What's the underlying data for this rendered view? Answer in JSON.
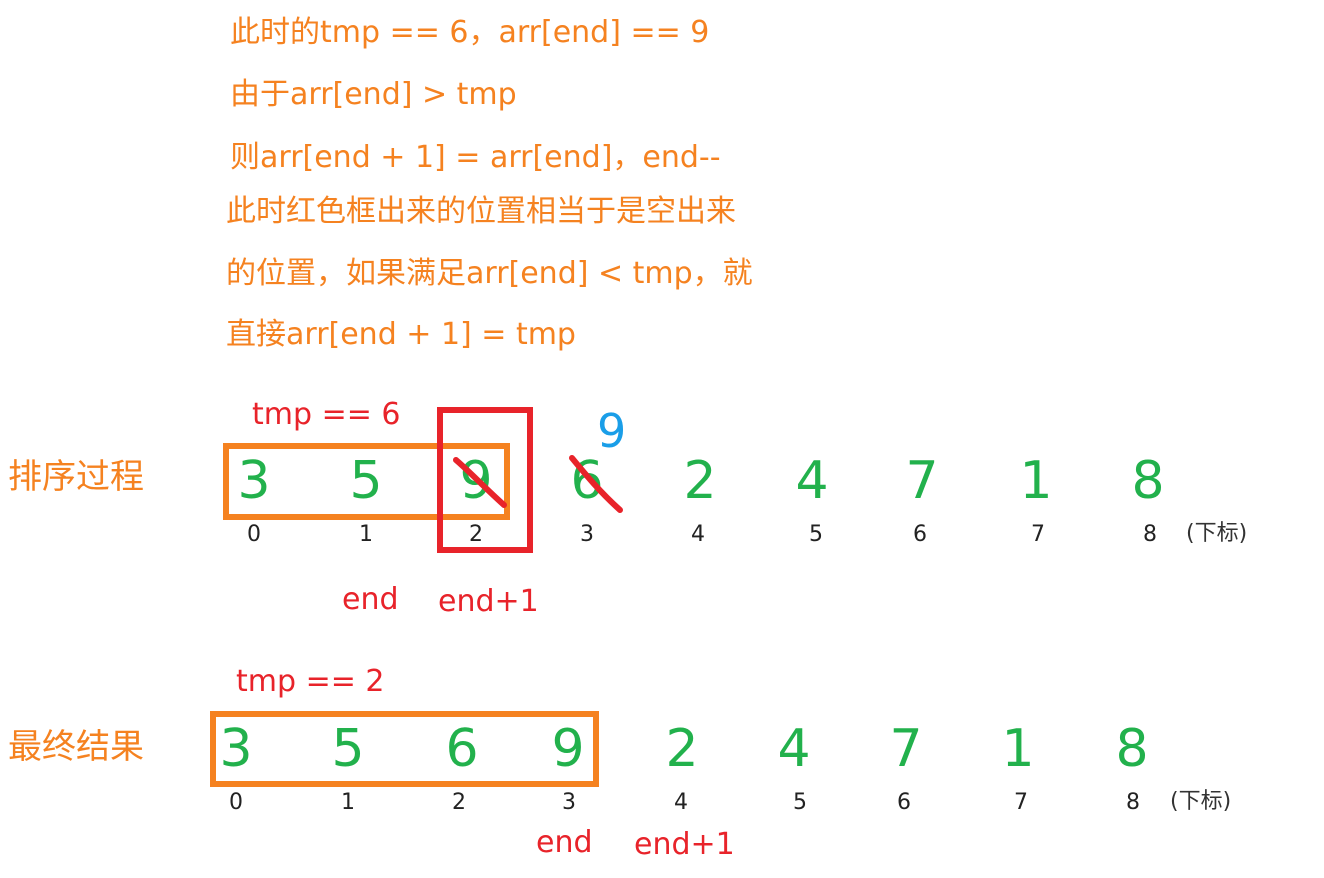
{
  "explanation": [
    "此时的tmp == 6，arr[end] == 9",
    "由于arr[end] > tmp",
    "则arr[end + 1] = arr[end]，end--",
    "此时红色框出来的位置相当于是空出来",
    "的位置，如果满足arr[end] < tmp，就",
    "直接arr[end + 1] = tmp"
  ],
  "process": {
    "label": "排序过程",
    "tmp": "tmp == 6",
    "moved_value": "9",
    "values": [
      "3",
      "5",
      "9",
      "6",
      "2",
      "4",
      "7",
      "1",
      "8"
    ],
    "indices": [
      "0",
      "1",
      "2",
      "3",
      "4",
      "5",
      "6",
      "7",
      "8"
    ],
    "index_suffix": "(下标)",
    "end_label": "end",
    "end_plus1_label": "end+1"
  },
  "result": {
    "label": "最终结果",
    "tmp": "tmp ==  2",
    "values": [
      "3",
      "5",
      "6",
      "9",
      "2",
      "4",
      "7",
      "1",
      "8"
    ],
    "indices": [
      "0",
      "1",
      "2",
      "3",
      "4",
      "5",
      "6",
      "7",
      "8"
    ],
    "index_suffix": "(下标)",
    "end_label": "end",
    "end_plus1_label": "end+1"
  },
  "colors": {
    "note": "#f58220",
    "digit": "#22b14c",
    "highlight_red": "#e8232a",
    "moved_blue": "#1a9ee8"
  }
}
